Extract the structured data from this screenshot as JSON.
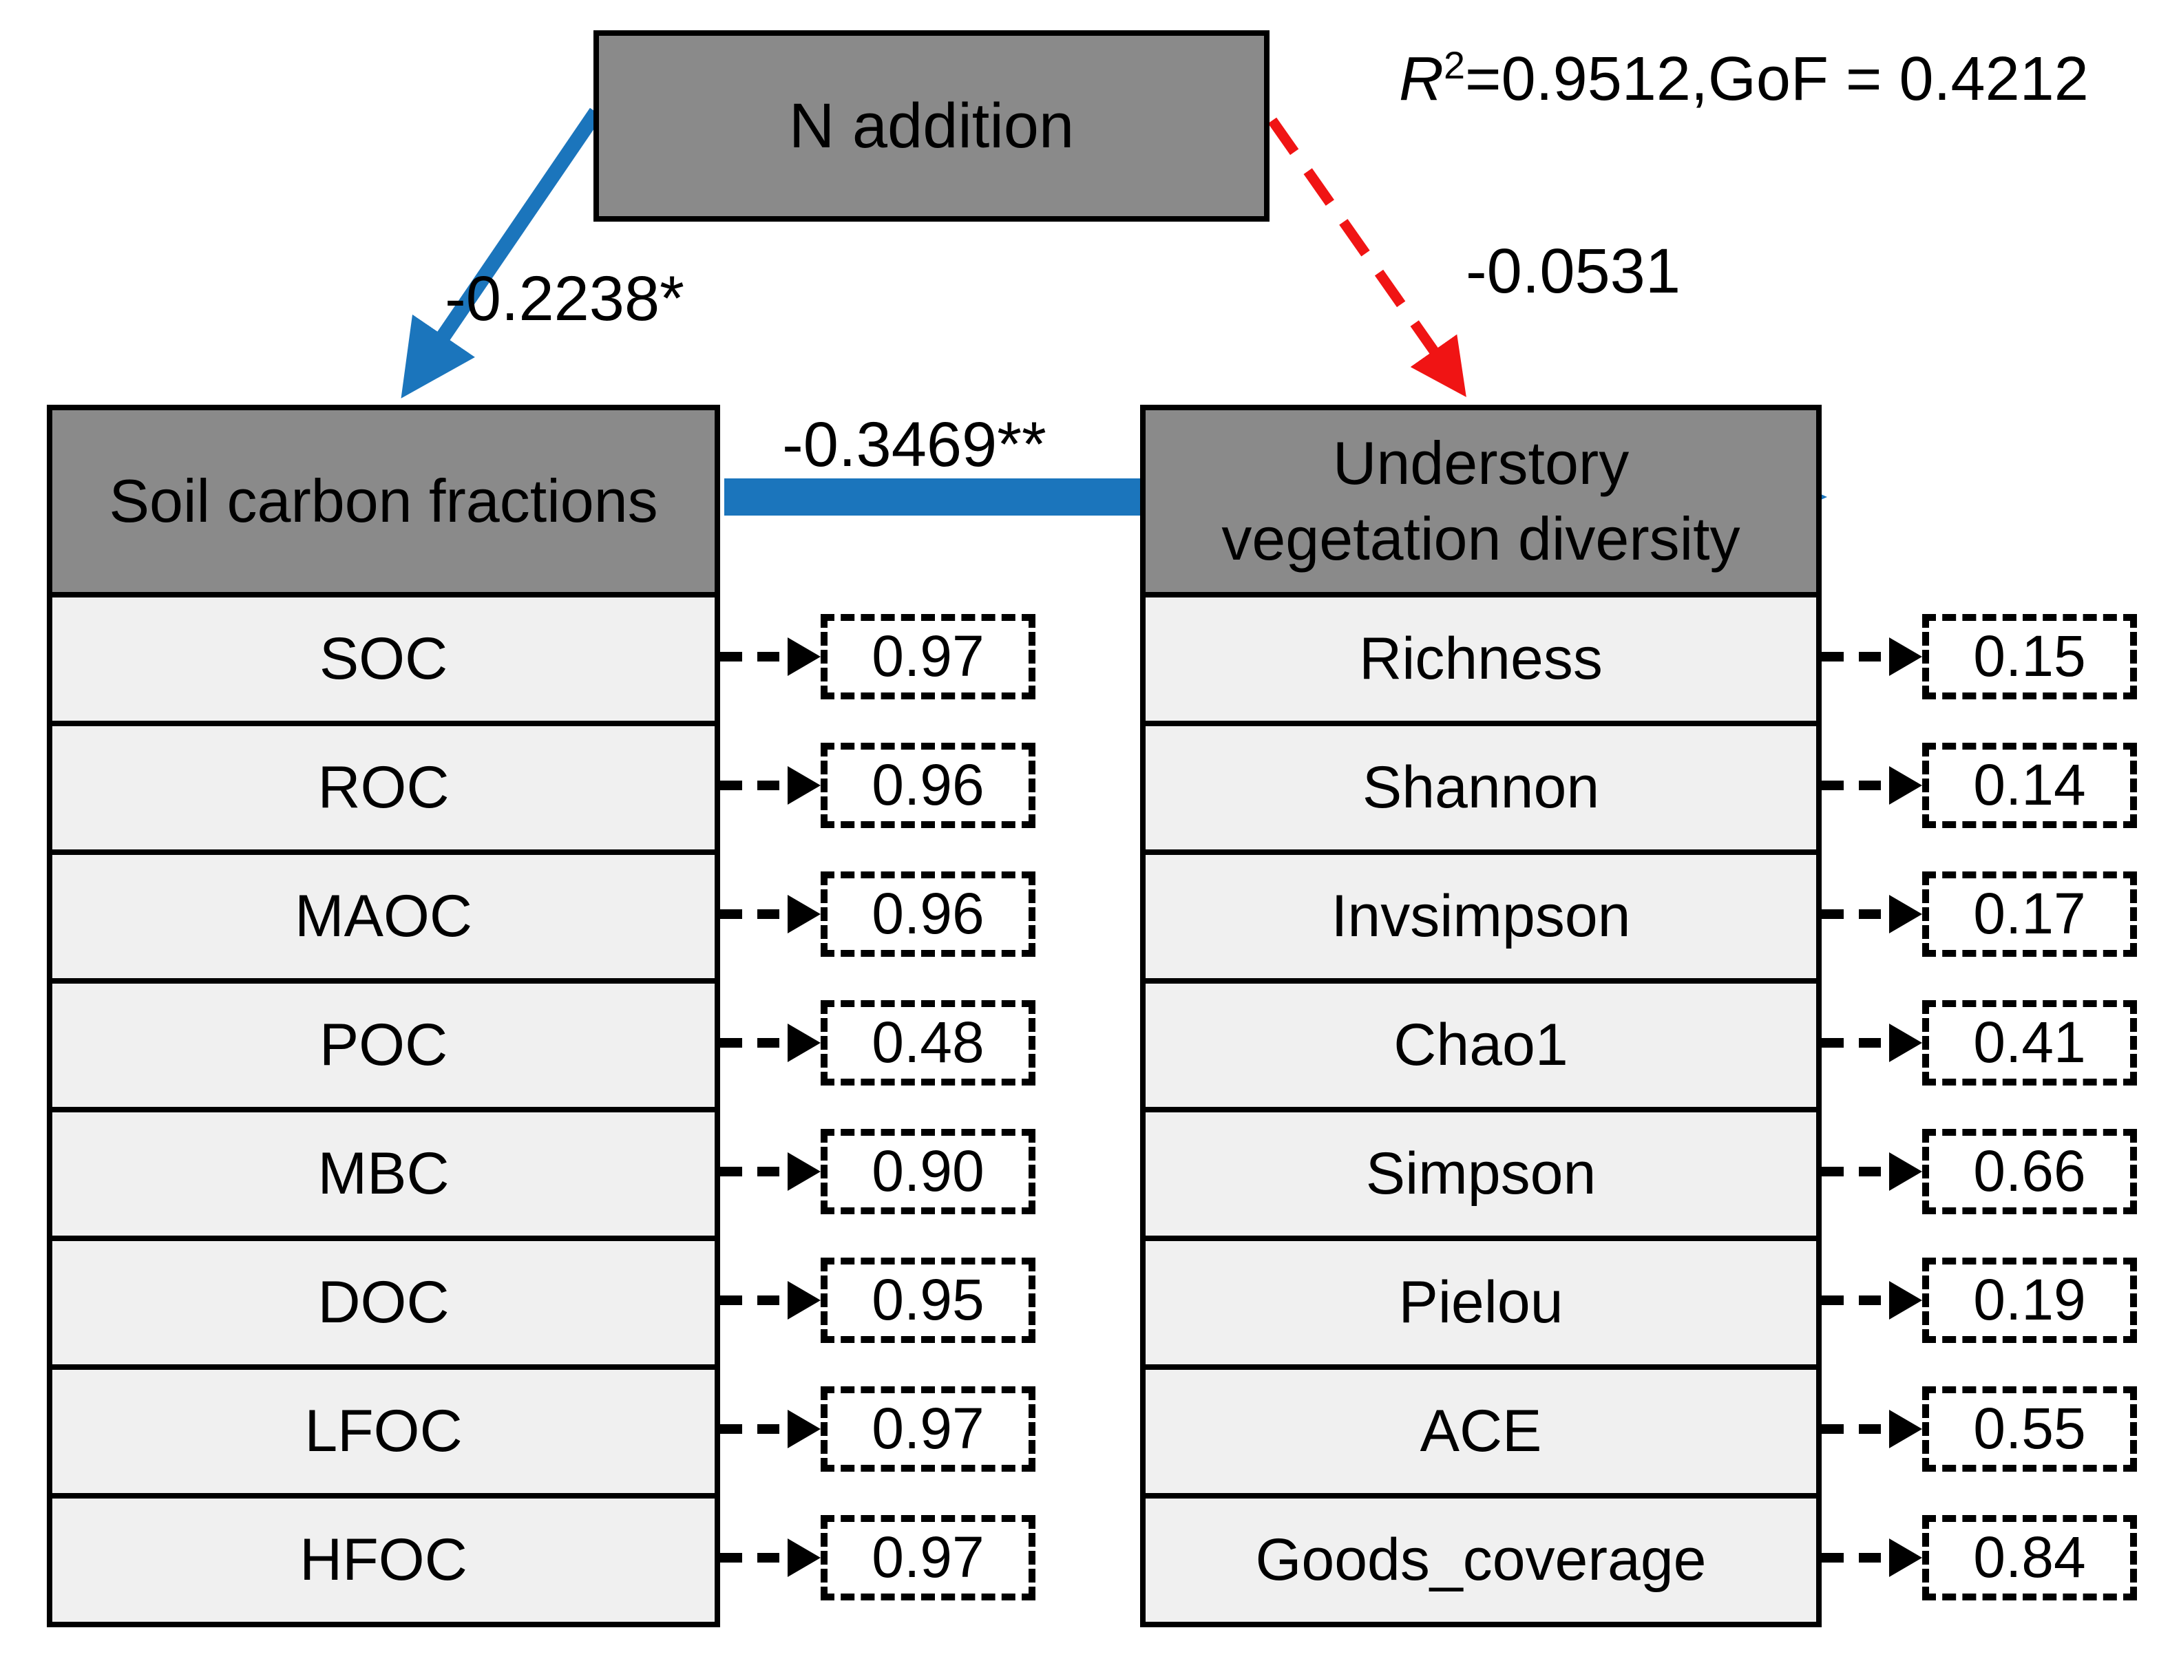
{
  "figure": {
    "stats_text": {
      "r_symbol": "R",
      "r_exponent": "2",
      "r_rest": "=0.9512,GoF = 0.4212"
    },
    "colors": {
      "path_blue": "#1b75bc",
      "path_red": "#f01414",
      "latent_gray": "#8a8a8a",
      "indicator_gray": "#f0f0f0",
      "border_black": "#000000"
    },
    "latent_boxes": {
      "n_addition": {
        "label": "N addition"
      },
      "soil_carbon": {
        "label": "Soil carbon fractions"
      },
      "diversity": {
        "label_lines": [
          "Understory",
          "vegetation diversity"
        ]
      }
    },
    "path_coefficients": {
      "n_to_soil": {
        "label": "-0.2238*",
        "style": "solid-blue-arrow"
      },
      "n_to_diversity": {
        "label": "-0.0531",
        "style": "dashed-red-arrow"
      },
      "soil_to_diversity": {
        "label": "-0.3469**",
        "style": "solid-blue-arrow"
      }
    },
    "soil_indicators": [
      {
        "label": "SOC",
        "loading": "0.97"
      },
      {
        "label": "ROC",
        "loading": "0.96"
      },
      {
        "label": "MAOC",
        "loading": "0.96"
      },
      {
        "label": "POC",
        "loading": "0.48"
      },
      {
        "label": "MBC",
        "loading": "0.90"
      },
      {
        "label": "DOC",
        "loading": "0.95"
      },
      {
        "label": "LFOC",
        "loading": "0.97"
      },
      {
        "label": "HFOC",
        "loading": "0.97"
      }
    ],
    "diversity_indicators": [
      {
        "label": "Richness",
        "loading": "0.15"
      },
      {
        "label": "Shannon",
        "loading": "0.14"
      },
      {
        "label": "Invsimpson",
        "loading": "0.17"
      },
      {
        "label": "Chao1",
        "loading": "0.41"
      },
      {
        "label": "Simpson",
        "loading": "0.66"
      },
      {
        "label": "Pielou",
        "loading": "0.19"
      },
      {
        "label": "ACE",
        "loading": "0.55"
      },
      {
        "label": "Goods_coverage",
        "loading": "0.84"
      }
    ]
  }
}
